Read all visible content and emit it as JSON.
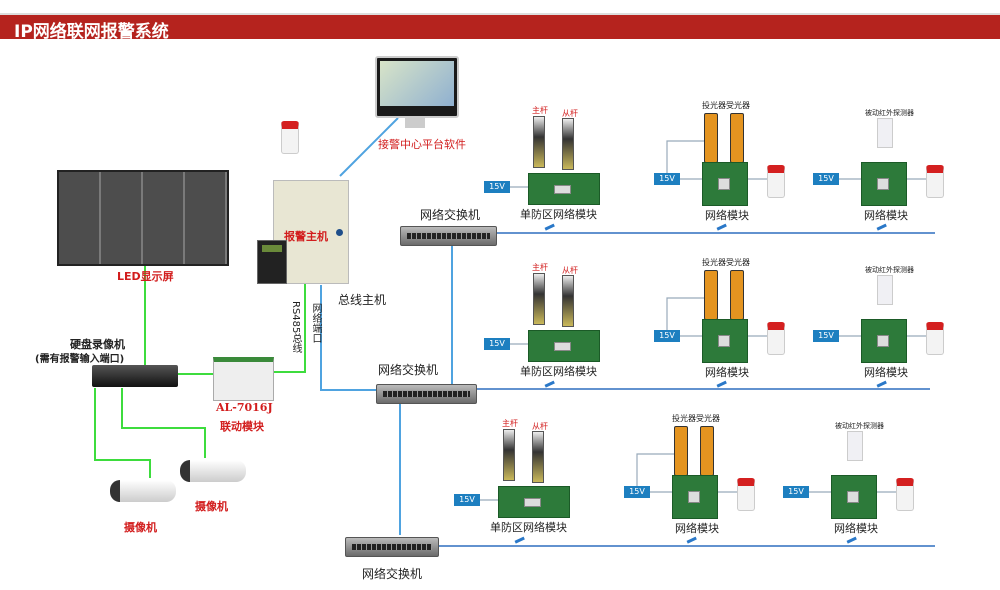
{
  "header": {
    "title": "IP网络联网报警系统"
  },
  "colors": {
    "header": "#b5231e",
    "network_line": "#4fa3e0",
    "bus_line": "#3ddc3d",
    "row_line": "#2f6fbf"
  },
  "center": {
    "monitor_label": "接警中心平台软件",
    "alarm_host_face": "报警主机",
    "alarm_host_label": "总线主机",
    "rs485_label": "RS485总线",
    "net_port_label": "网络端口"
  },
  "led": {
    "label": "LED显示屏"
  },
  "dvr": {
    "label": "硬盘录像机",
    "sublabel": "(需有报警输入端口)"
  },
  "linkage": {
    "model": "AL-7016J",
    "label": "联动模块"
  },
  "cameras": [
    {
      "label": "摄像机"
    },
    {
      "label": "摄像机"
    }
  ],
  "switches": [
    {
      "label": "网络交换机"
    },
    {
      "label": "网络交换机"
    },
    {
      "label": "网络交换机"
    }
  ],
  "rows": [
    {
      "voltage": "15V",
      "main_pole": "主杆",
      "sub_pole": "从杆",
      "single_zone_label": "单防区网络模块",
      "emitter": "投光器",
      "receiver": "受光器",
      "net_module_1": "网络模块",
      "pir": "被动红外探测器",
      "net_module_2": "网络模块"
    },
    {
      "voltage": "15V",
      "main_pole": "主杆",
      "sub_pole": "从杆",
      "single_zone_label": "单防区网络模块",
      "emitter": "投光器",
      "receiver": "受光器",
      "net_module_1": "网络模块",
      "pir": "被动红外探测器",
      "net_module_2": "网络模块"
    },
    {
      "voltage": "15V",
      "main_pole": "主杆",
      "sub_pole": "从杆",
      "single_zone_label": "单防区网络模块",
      "emitter": "投光器",
      "receiver": "受光器",
      "net_module_1": "网络模块",
      "pir": "被动红外探测器",
      "net_module_2": "网络模块"
    }
  ]
}
